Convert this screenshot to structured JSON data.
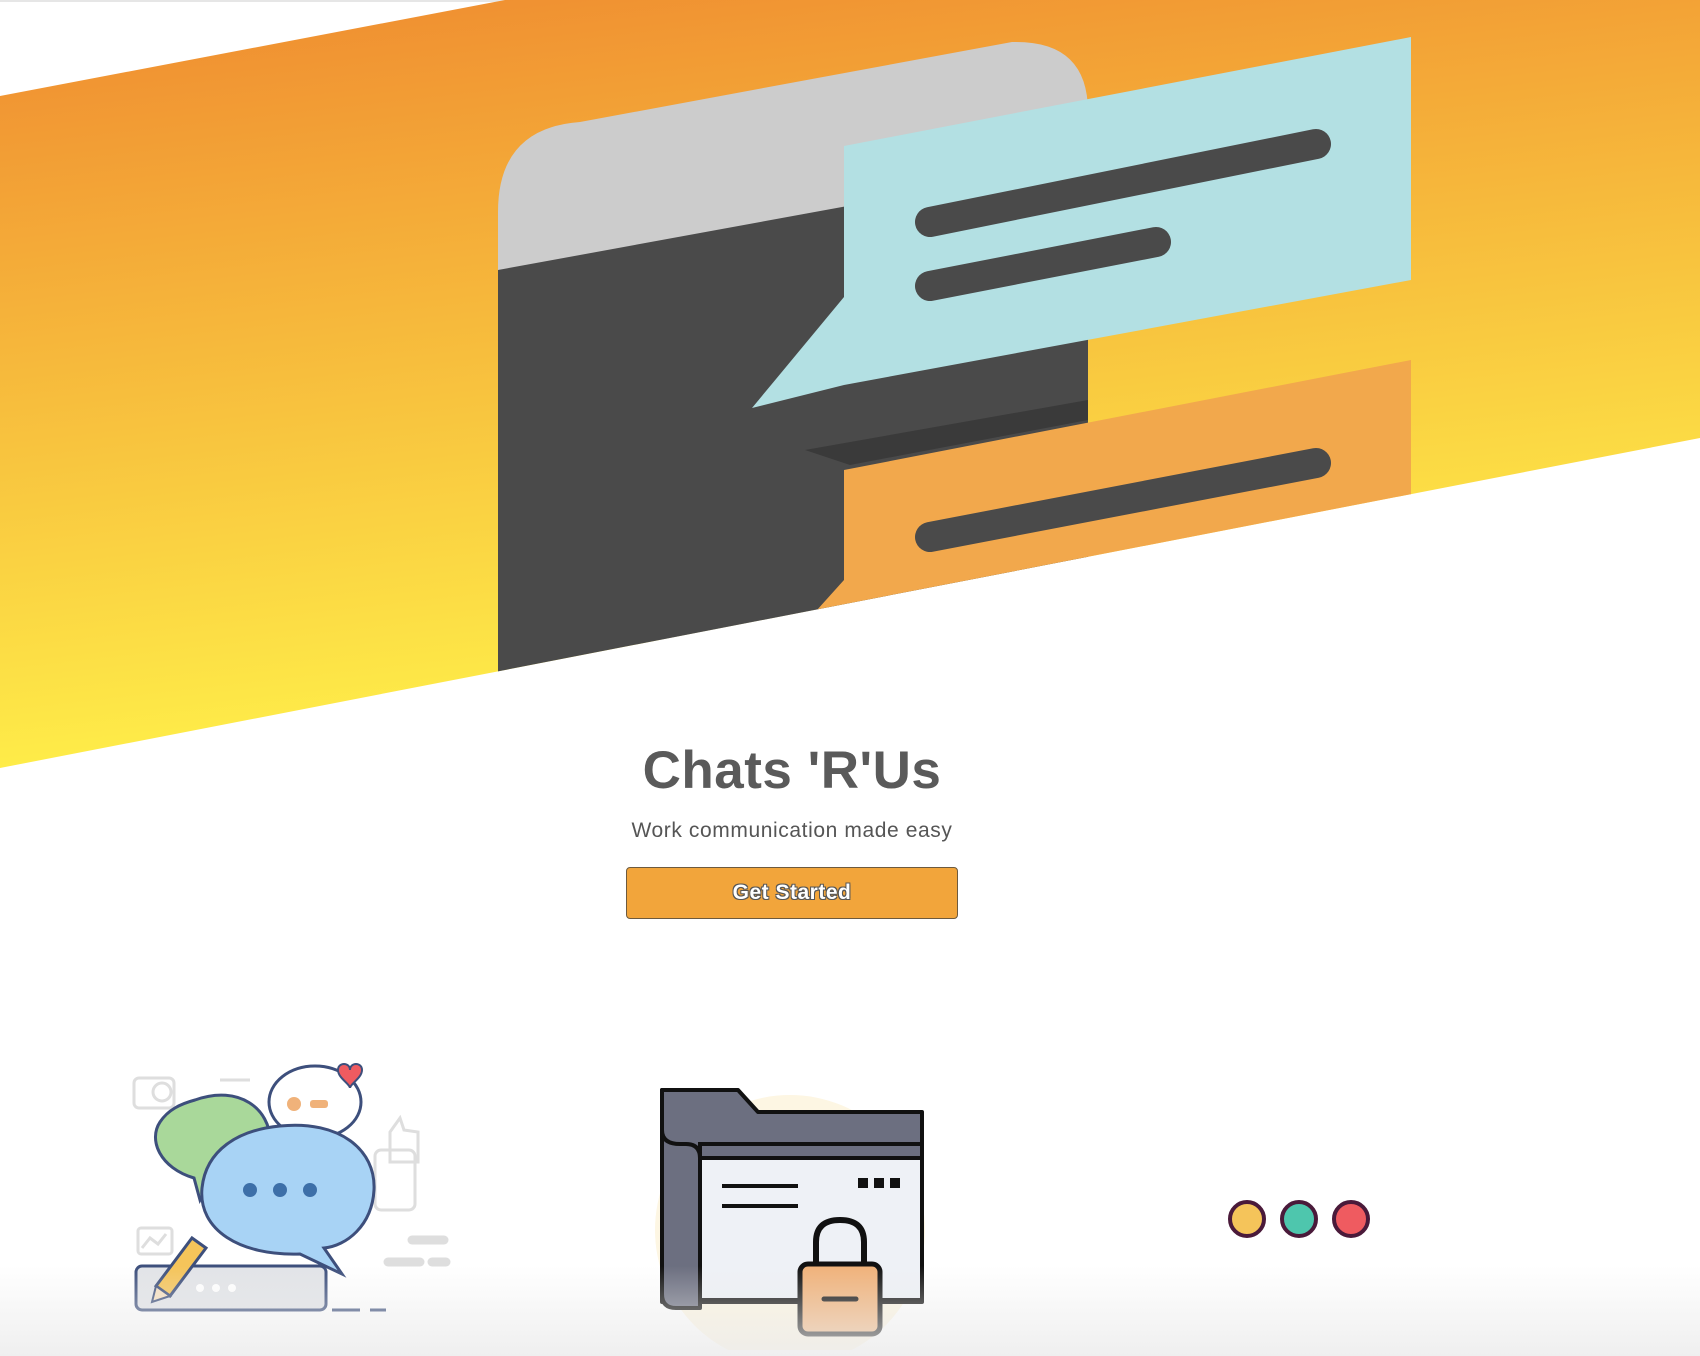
{
  "hero": {
    "title": "Chats 'R'Us",
    "tagline": "Work communication made easy",
    "cta_label": "Get Started"
  },
  "colors": {
    "gradient_top": "#ef8a30",
    "gradient_bottom": "#fff24a",
    "button": "#f2a53b",
    "bubble_blue": "#b3e0e3",
    "bubble_orange": "#f2a84c",
    "device_dark": "#4a4a4a",
    "device_light": "#cccccc",
    "dot_yellow": "#f5c45a",
    "dot_teal": "#4ec6ad",
    "dot_red": "#ef5b60"
  },
  "features": [
    {
      "icon": "chat-bubbles-illustration-icon"
    },
    {
      "icon": "locked-folder-icon"
    },
    {
      "icon": "three-dots-icon"
    }
  ]
}
